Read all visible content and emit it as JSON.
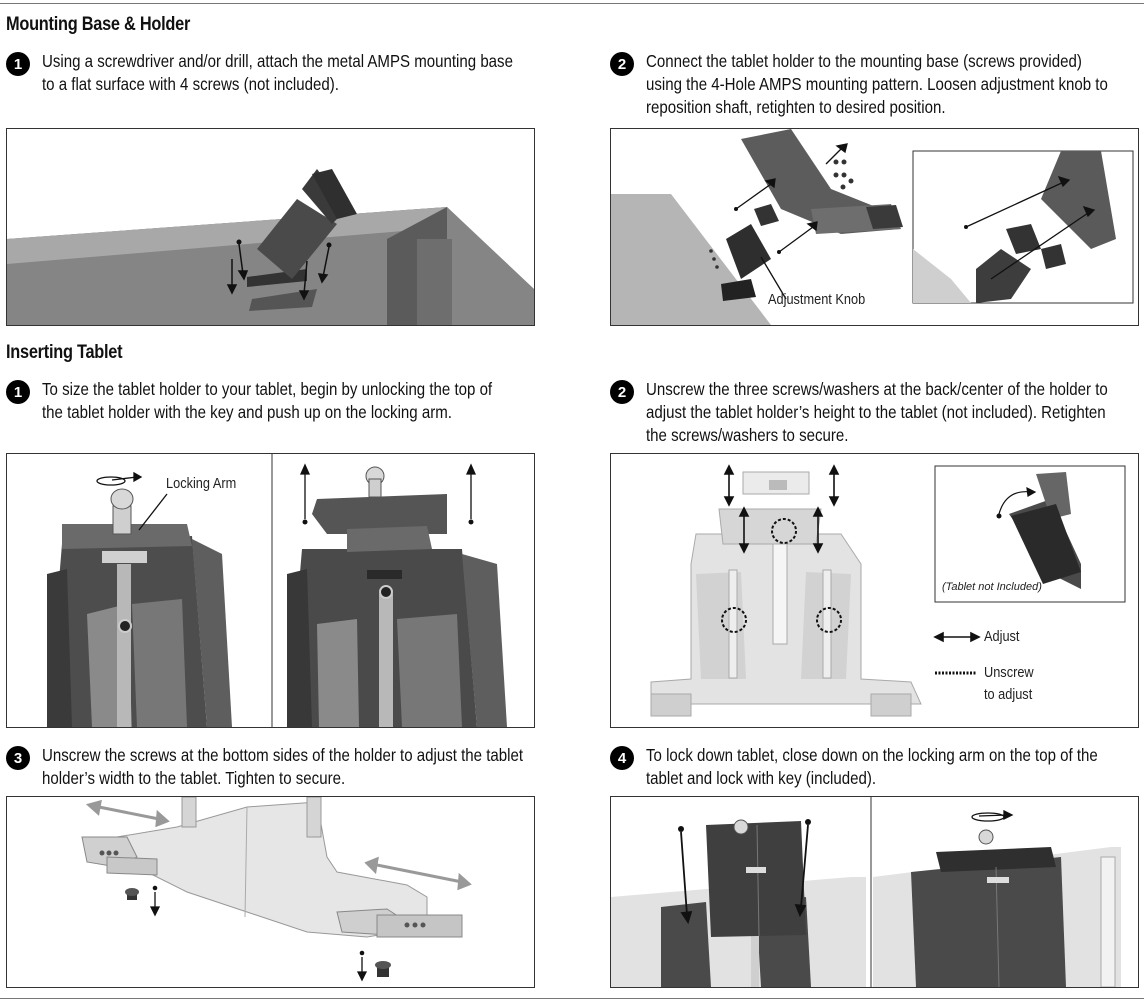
{
  "mounting": {
    "title": "Mounting Base & Holder",
    "steps": [
      {
        "num": "1",
        "lines": [
          "Using a screwdriver and/or drill, attach the metal AMPS mounting base",
          "to a flat surface with 4 screws (not included)."
        ]
      },
      {
        "num": "2",
        "lines": [
          "Connect the tablet holder to the mounting base (screws provided)",
          "using the 4-Hole AMPS mounting pattern. Loosen adjustment knob to",
          "reposition shaft, retighten to desired position."
        ]
      }
    ],
    "callouts": {
      "adjustment_knob": "Adjustment Knob"
    }
  },
  "inserting": {
    "title": "Inserting Tablet",
    "steps": [
      {
        "num": "1",
        "lines": [
          "To size the tablet holder to your tablet, begin by unlocking the top of",
          "the tablet holder with the key and push up on the locking arm."
        ]
      },
      {
        "num": "2",
        "lines": [
          "Unscrew the three screws/washers at the back/center of the holder to",
          "adjust the tablet holder’s height to the tablet (not included). Retighten",
          "the screws/washers to secure."
        ]
      },
      {
        "num": "3",
        "lines": [
          "Unscrew the screws at the bottom sides of the holder to adjust the tablet",
          "holder’s width to the tablet. Tighten to secure."
        ]
      },
      {
        "num": "4",
        "lines": [
          "To lock down tablet, close down on the locking arm on the top of the",
          "tablet and lock with key (included)."
        ]
      }
    ],
    "callouts": {
      "locking_arm": "Locking Arm",
      "tablet_not_included": "(Tablet not Included)",
      "legend_adjust": "Adjust",
      "legend_unscrew_1": "Unscrew",
      "legend_unscrew_2": "to adjust"
    }
  }
}
